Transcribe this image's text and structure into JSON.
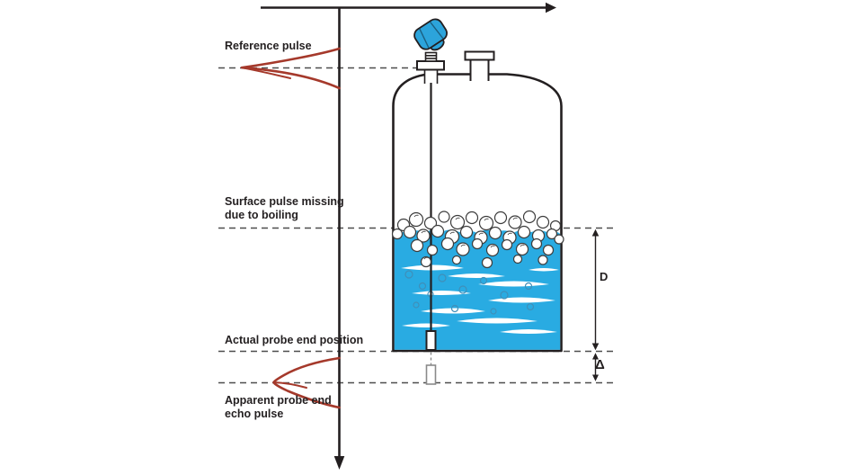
{
  "labels": {
    "reference_pulse": "Reference pulse",
    "surface_pulse_line1": "Surface pulse missing",
    "surface_pulse_line2": "due to boiling",
    "actual_probe_end": "Actual probe end position",
    "apparent_probe_line1": "Apparent probe end",
    "apparent_probe_line2": "echo pulse"
  },
  "dimensions": {
    "d": "D",
    "delta": "Δ"
  },
  "colors": {
    "pulse_red": "#A5392B",
    "liquid_blue": "#29ABE2",
    "instrument_blue": "#2CA4DB",
    "line_black": "#231F20",
    "dash_gray": "#4D4D4D",
    "background": "#FFFFFF"
  }
}
